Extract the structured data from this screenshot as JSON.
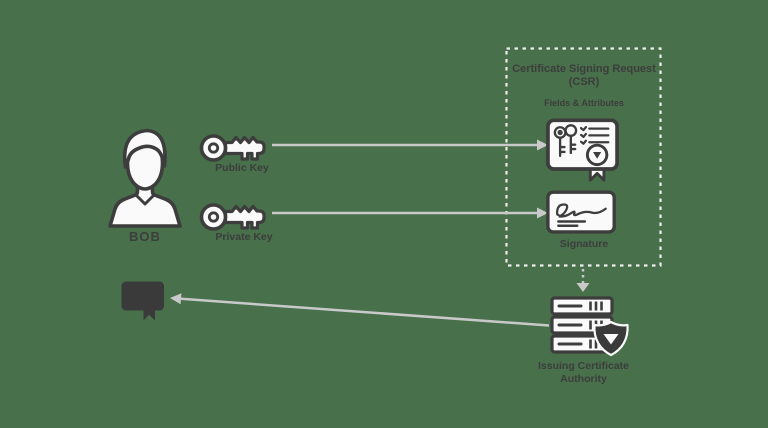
{
  "colors": {
    "background": "#47704B",
    "ink": "#3D3D3D",
    "icon_fill": "#FAFAFA",
    "arrow": "#C9C9C9",
    "dashed_border": "#EDEDED",
    "dark_icon": "#3A3A3A"
  },
  "bob": {
    "label": "BOB"
  },
  "keys": {
    "public": {
      "label": "Public Key"
    },
    "private": {
      "label": "Private Key"
    }
  },
  "csr": {
    "title": "Certificate Signing Request (CSR)",
    "subtitle": "Fields & Attributes",
    "signature_label": "Signature"
  },
  "ca": {
    "label": "Issuing Certificate Authority"
  },
  "icons": {
    "bob-person-icon": "line-art man head and shoulders",
    "public-key-icon": "outlined key",
    "private-key-icon": "outlined key",
    "certificate-icon": "certificate card with keys, checklist and ribbon seal",
    "signature-icon": "card with handwritten signature",
    "ca-server-icon": "server stack with dark shield badge",
    "issued-certificate-icon": "dark filled certificate with ribbon"
  }
}
